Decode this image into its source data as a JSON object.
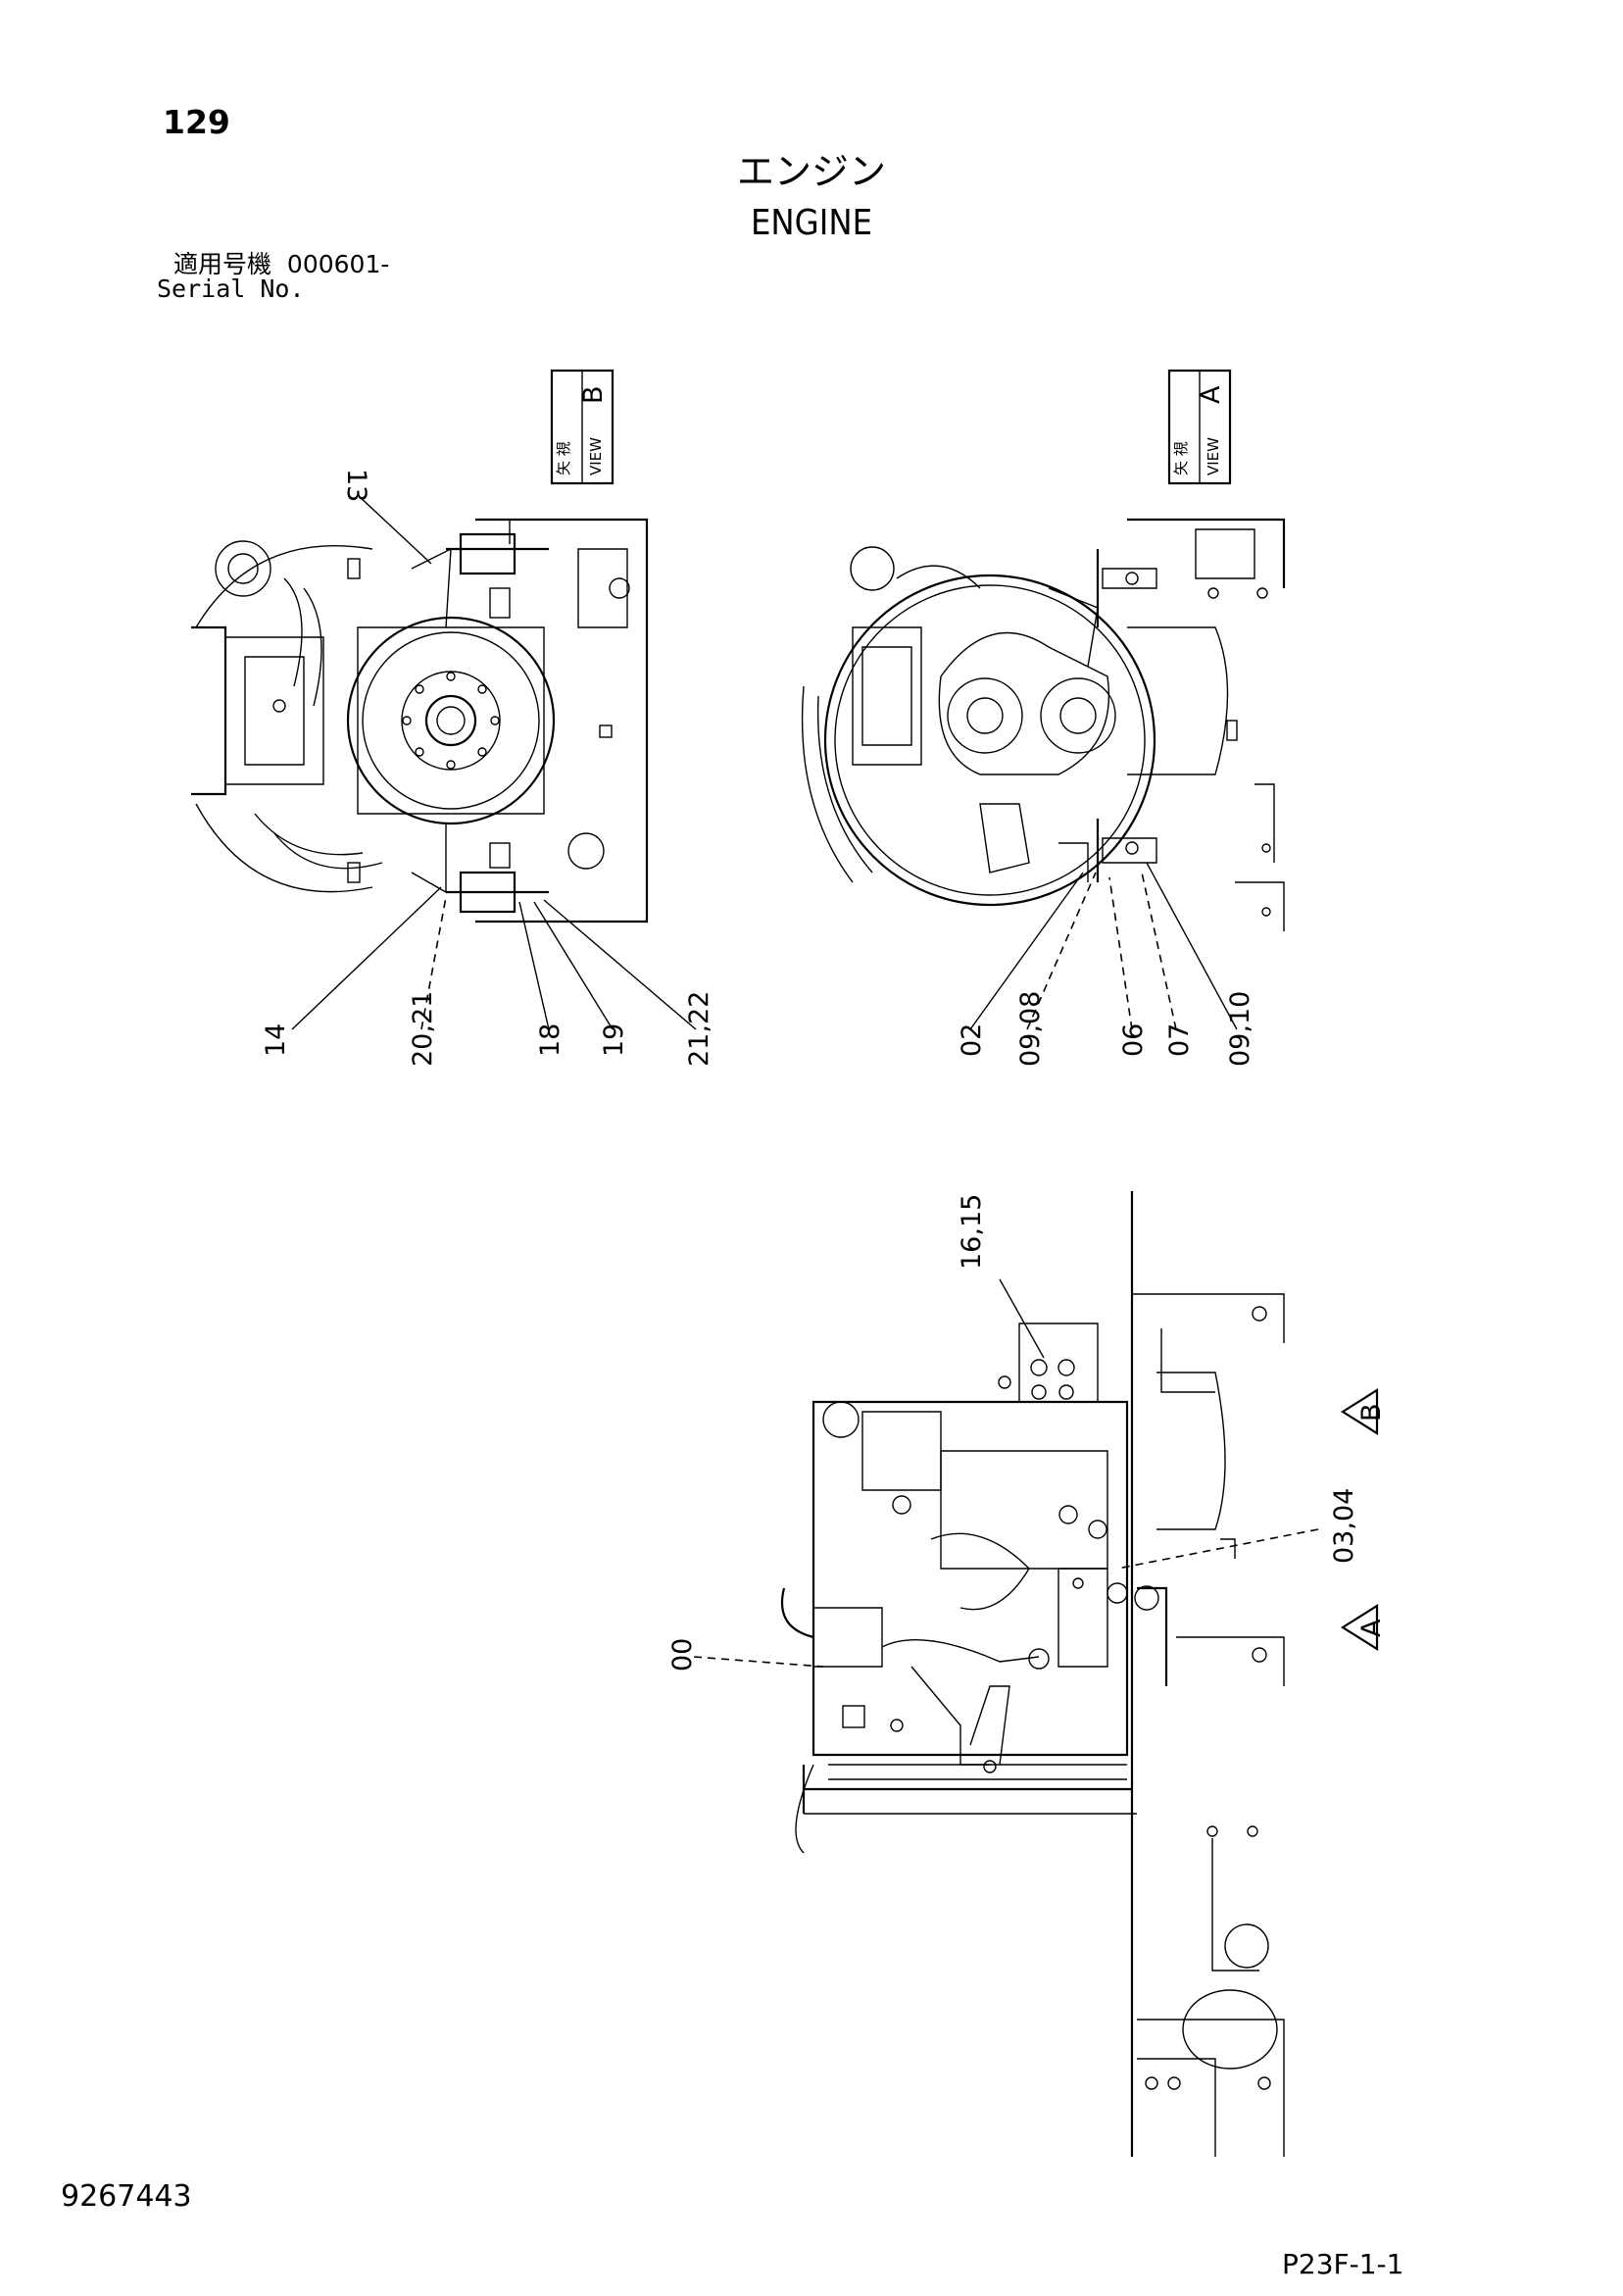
{
  "header": {
    "page_number": "129",
    "title_jp": "エンジン",
    "title_en": "ENGINE",
    "serial_label_jp": "適用号機",
    "serial_label_en": "Serial No.",
    "serial_value": "000601-"
  },
  "views": {
    "view_b": {
      "label_jp": "矢 視",
      "label_en": "VIEW",
      "letter": "B"
    },
    "view_a": {
      "label_jp": "矢 視",
      "label_en": "VIEW",
      "letter": "A"
    }
  },
  "callouts": {
    "c13": "13",
    "c14": "14",
    "c2021": "20,21",
    "c18": "18",
    "c19": "19",
    "c2122": "21,22",
    "c02": "02",
    "c0908a": "09,08",
    "c06": "06",
    "c07": "07",
    "c0910": "09,10",
    "c1615": "16,15",
    "c0304": "03,04",
    "c00": "00",
    "arrowB": "B",
    "arrowA": "A"
  },
  "footer": {
    "doc_number": "9267443",
    "page_code": "P23F-1-1"
  }
}
